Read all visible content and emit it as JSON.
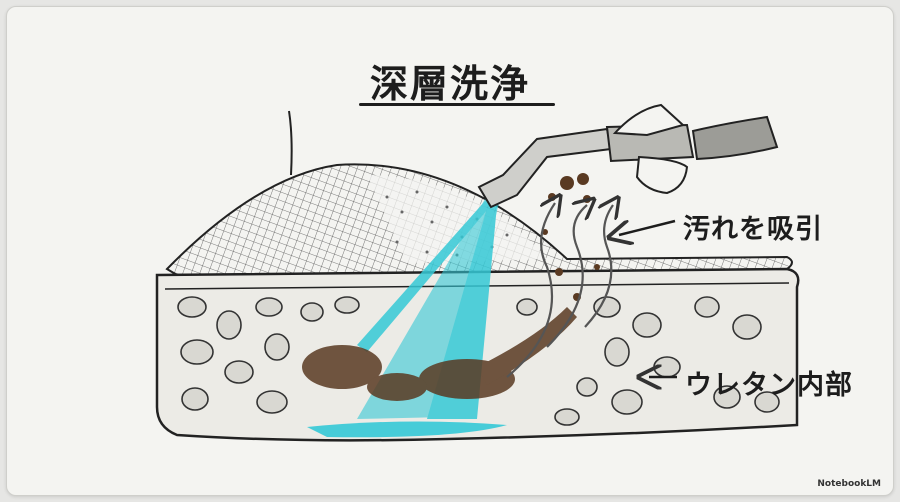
{
  "title": "深層洗浄",
  "labels": {
    "suction": "汚れを吸引",
    "urethane_inside": "ウレタン内部"
  },
  "watermark": "NotebookLM",
  "colors": {
    "water": "#35c9d6",
    "dirt": "#5a3a22",
    "ink": "#1d1d1d"
  }
}
